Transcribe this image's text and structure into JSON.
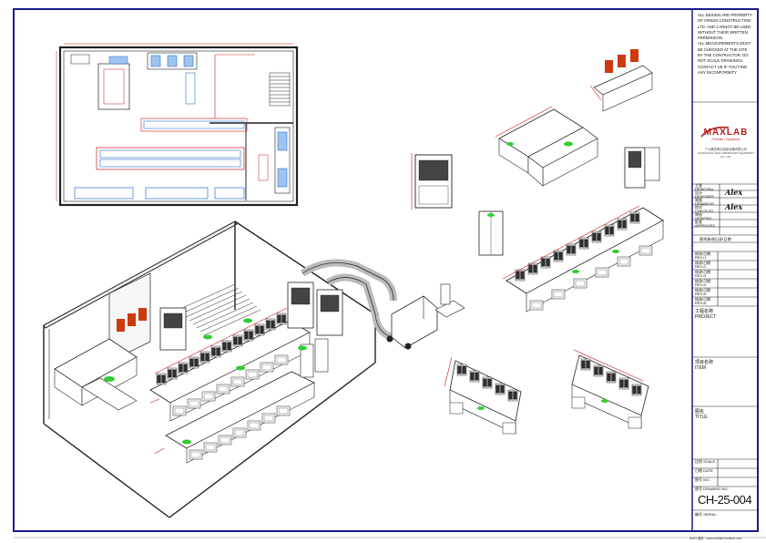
{
  "notes": {
    "lines": [
      "ALL DESIGN ARE PROPERTY",
      "OF ORIGIN CONSTRUCTION",
      "LTD. AND CANNOT BE USED",
      "WITHOUT THEIR WRITTEN",
      "PERMISSION.",
      "ALL MEASUREMENTS MUST",
      "BE CHECKED AT THE SITE",
      "BY THE CONTRACTOR. DO",
      "NOT SCALE DRAWINGS.",
      "CONTACT US IF YOU FIND",
      "ANY INCONFORMITY"
    ]
  },
  "logo": {
    "name": "MAXLAB",
    "tagline": "Furniture • Equipment",
    "company_cn": "广州美凯斯实验室设备有限公司",
    "company_en": "GUANGZHOU MAX LABORATORY EQUIPMENT CO., LTD."
  },
  "roles": [
    {
      "cn": "主管",
      "en": "PRINCIPAL",
      "sign": ""
    },
    {
      "cn": "设计",
      "en": "DESIGNER",
      "sign": "Alex"
    },
    {
      "cn": "制图",
      "en": "DRAWN BY",
      "sign": "Alex"
    },
    {
      "cn": "校对",
      "en": "CHECK BY",
      "sign": ""
    },
    {
      "cn": "审核",
      "en": "VERIFIED",
      "sign": ""
    },
    {
      "cn": "批准",
      "en": "APPROVED",
      "sign": ""
    }
  ],
  "revision_header": "图纸修改记录/日期",
  "revisions": [
    {
      "cn": "修改/日期",
      "en": "REV./1"
    },
    {
      "cn": "修改/日期",
      "en": "REV./2"
    },
    {
      "cn": "修改/日期",
      "en": "REV./3"
    },
    {
      "cn": "修改/日期",
      "en": "REV./4"
    },
    {
      "cn": "修改/日期",
      "en": "REV./5"
    },
    {
      "cn": "修改/日期",
      "en": "REV./6"
    }
  ],
  "sections": {
    "project_cn": "工程名称",
    "project_en": "PROJECT",
    "item_cn": "项目名称",
    "item_en": "ITEM",
    "title_cn": "图名",
    "title_en": "TITLE"
  },
  "meta": {
    "scale_label": "比例 SCALE:",
    "date_label": "日期 DATE:",
    "no_label": "图号 NO.:",
    "drawing_no_label": "图号 DRAWING NO.:",
    "drawing_no": "CH-25-004",
    "serial_label": "编号 SERIAL:"
  },
  "footer": "DWG 图纸 · www.maxlab-furniture.com",
  "colors": {
    "frame": "#1a1a8c",
    "line": "#222222",
    "dim": "#d01818",
    "hood_blue": "#2a6fd8",
    "green": "#33cc33",
    "orange": "#cc3a10",
    "brand": "#b41e1e"
  }
}
